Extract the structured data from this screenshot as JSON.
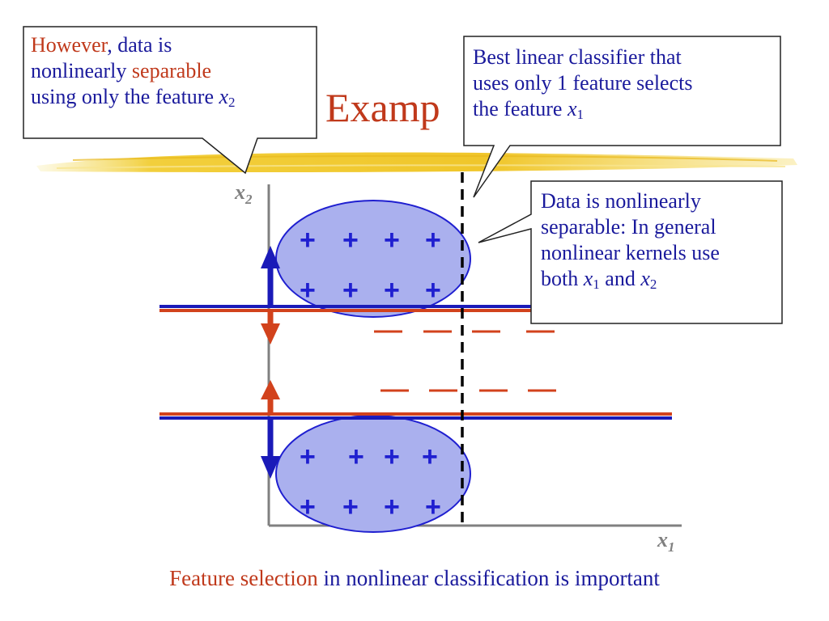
{
  "title": "Examp",
  "axes": {
    "x_label": "x",
    "x_sub": "1",
    "y_label": "x",
    "y_sub": "2"
  },
  "symbols": {
    "plus": "+"
  },
  "callouts": {
    "left": {
      "however": "However",
      "part1": ", data is",
      "line2a": "nonlinearly ",
      "separable": "separable",
      "line3": "using only the feature ",
      "var": "x",
      "sub": "2"
    },
    "top_right": {
      "line1": "Best linear classifier that",
      "line2": "uses only 1 feature selects",
      "line3": "the feature ",
      "var": "x",
      "sub": "1"
    },
    "mid_right": {
      "line1": "Data is nonlinearly",
      "line2": "separable: In general",
      "line3": "nonlinear kernels use",
      "line4a": "both ",
      "var1": "x",
      "sub1": "1",
      "and": " and ",
      "var2": "x",
      "sub2": "2"
    }
  },
  "caption": {
    "highlight": "Feature selection",
    "rest": " in nonlinear classification is important"
  },
  "colors": {
    "positive": "#1f1fd0",
    "negative": "#d2421c",
    "ellipse_fill": "#aab0ee",
    "boundary_blue": "#1a1ab8",
    "boundary_red": "#d2421c",
    "axis": "#808080",
    "text_blue": "#1a1a9c",
    "text_red": "#c0391b"
  }
}
